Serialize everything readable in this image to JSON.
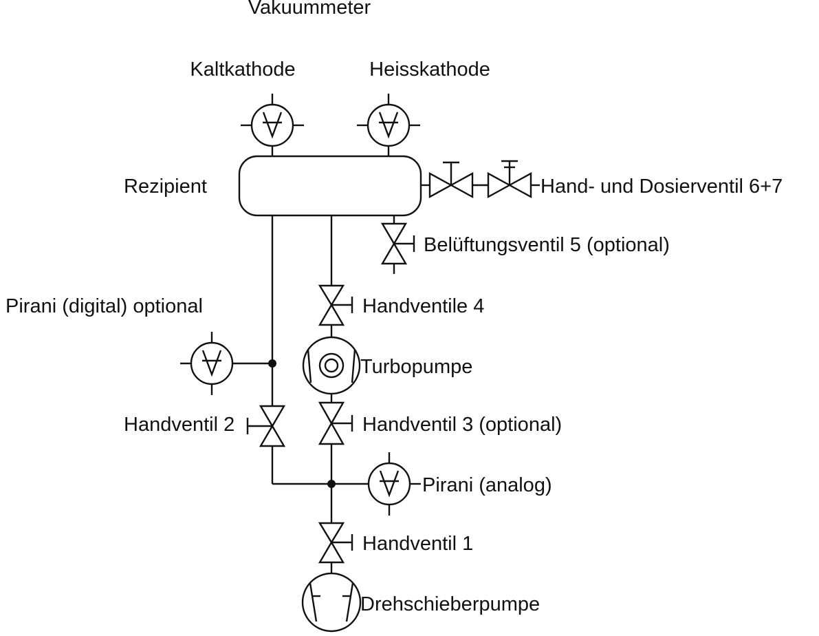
{
  "diagram": {
    "header": "Vakuummeter",
    "gauges": {
      "cold_cathode": "Kaltkathode",
      "hot_cathode": "Heisskathode",
      "pirani_digital": "Pirani (digital) optional",
      "pirani_analog": "Pirani (analog)"
    },
    "chamber": "Rezipient",
    "valves": {
      "dosing": "Hand- und Dosierventil 6+7",
      "venting": "Belüftungsventil 5 (optional)",
      "hand4": "Handventile 4",
      "hand3": "Handventil 3 (optional)",
      "hand2": "Handventil 2",
      "hand1": "Handventil 1"
    },
    "pumps": {
      "turbo": "Turbopumpe",
      "rotary": "Drehschieberpumpe"
    }
  }
}
